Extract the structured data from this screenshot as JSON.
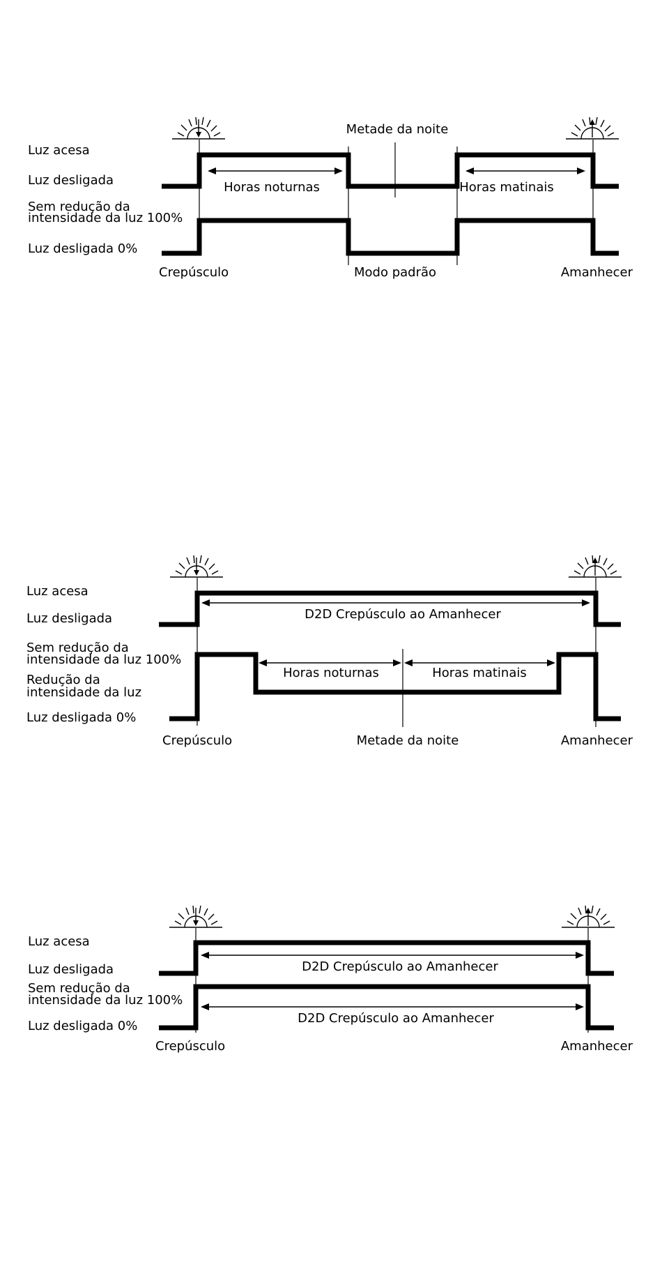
{
  "diagram_1": {
    "labels": {
      "light_on": "Luz acesa",
      "light_off": "Luz desligada",
      "no_dimming": "Sem redução da",
      "no_dimming_2": "intensidade da luz 100%",
      "light_off_0": "Luz desligada 0%"
    },
    "midnight": "Metade da noite",
    "night_hours": "Horas noturnas",
    "morning_hours": "Horas matinais",
    "dusk": "Crepúsculo",
    "default_mode": "Modo padrão",
    "dawn": "Amanhecer"
  },
  "diagram_2": {
    "labels": {
      "light_on": "Luz acesa",
      "light_off": "Luz desligada",
      "no_dimming": "Sem redução da",
      "no_dimming_2": "intensidade da luz 100%",
      "dimming": "Redução da",
      "dimming_2": "intensidade da luz",
      "light_off_0": "Luz desligada 0%"
    },
    "d2d": "D2D Crepúsculo ao Amanhecer",
    "night_hours": "Horas noturnas",
    "morning_hours": "Horas matinais",
    "dusk": "Crepúsculo",
    "midnight": "Metade da noite",
    "dawn": "Amanhecer"
  },
  "diagram_3": {
    "labels": {
      "light_on": "Luz acesa",
      "light_off": "Luz desligada",
      "no_dimming": "Sem redução da",
      "no_dimming_2": "intensidade da luz 100%",
      "light_off_0": "Luz desligada 0%"
    },
    "d2d_top": "D2D Crepúsculo ao Amanhecer",
    "d2d_bottom": "D2D Crepúsculo ao Amanhecer",
    "dusk": "Crepúsculo",
    "dawn": "Amanhecer"
  }
}
